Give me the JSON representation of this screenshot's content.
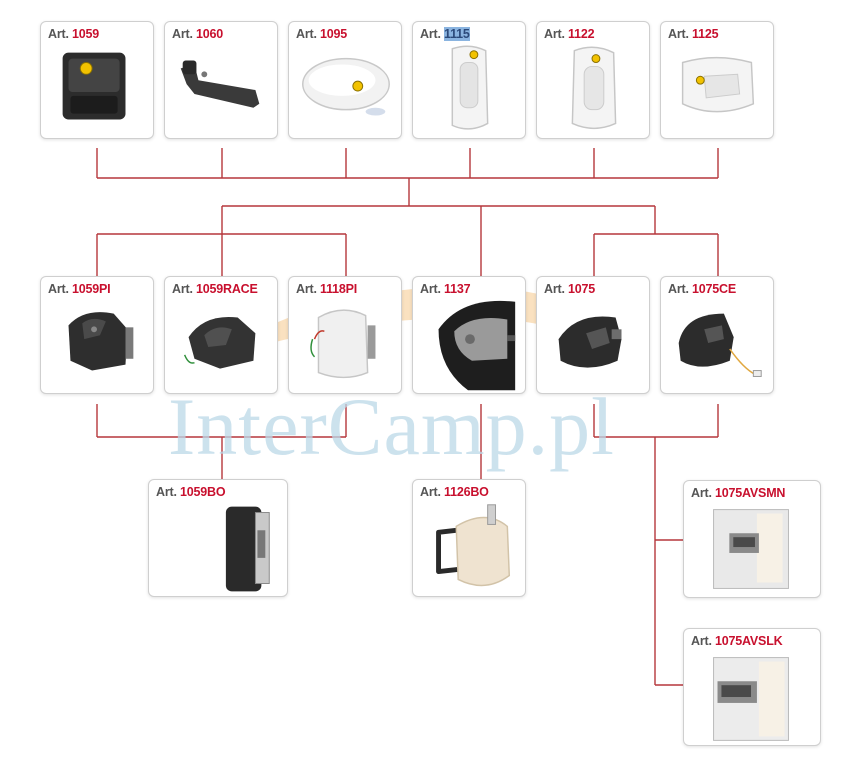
{
  "watermark": "InterCamp.pl",
  "colors": {
    "line": "#b5373c",
    "art_number": "#c8102e",
    "selection": "#8ab4e0"
  },
  "cards": [
    {
      "prefix": "Art.",
      "number": "1059",
      "icon": "black-latch-handle-icon"
    },
    {
      "prefix": "Art.",
      "number": "1060",
      "icon": "black-bar-handle-icon"
    },
    {
      "prefix": "Art.",
      "number": "1095",
      "icon": "white-oval-lock-icon"
    },
    {
      "prefix": "Art.",
      "number": "1115",
      "icon": "white-tall-handle-icon",
      "selected": true
    },
    {
      "prefix": "Art.",
      "number": "1122",
      "icon": "white-tall-handle-icon"
    },
    {
      "prefix": "Art.",
      "number": "1125",
      "icon": "white-compact-lock-icon"
    },
    {
      "prefix": "Art.",
      "number": "1059PI",
      "icon": "black-lock-body-icon"
    },
    {
      "prefix": "Art.",
      "number": "1059RACE",
      "icon": "black-race-lock-icon"
    },
    {
      "prefix": "Art.",
      "number": "1118PI",
      "icon": "white-lock-body-icon"
    },
    {
      "prefix": "Art.",
      "number": "1137",
      "icon": "black-grey-lock-icon"
    },
    {
      "prefix": "Art.",
      "number": "1075",
      "icon": "black-round-lock-icon"
    },
    {
      "prefix": "Art.",
      "number": "1075CE",
      "icon": "black-lock-wired-icon"
    },
    {
      "prefix": "Art.",
      "number": "1059BO",
      "icon": "black-striker-icon"
    },
    {
      "prefix": "Art.",
      "number": "1126BO",
      "icon": "beige-striker-icon"
    },
    {
      "prefix": "Art.",
      "number": "1075AVSMN",
      "icon": "striker-plate-icon"
    },
    {
      "prefix": "Art.",
      "number": "1075AVSLK",
      "icon": "striker-plate-icon"
    }
  ]
}
